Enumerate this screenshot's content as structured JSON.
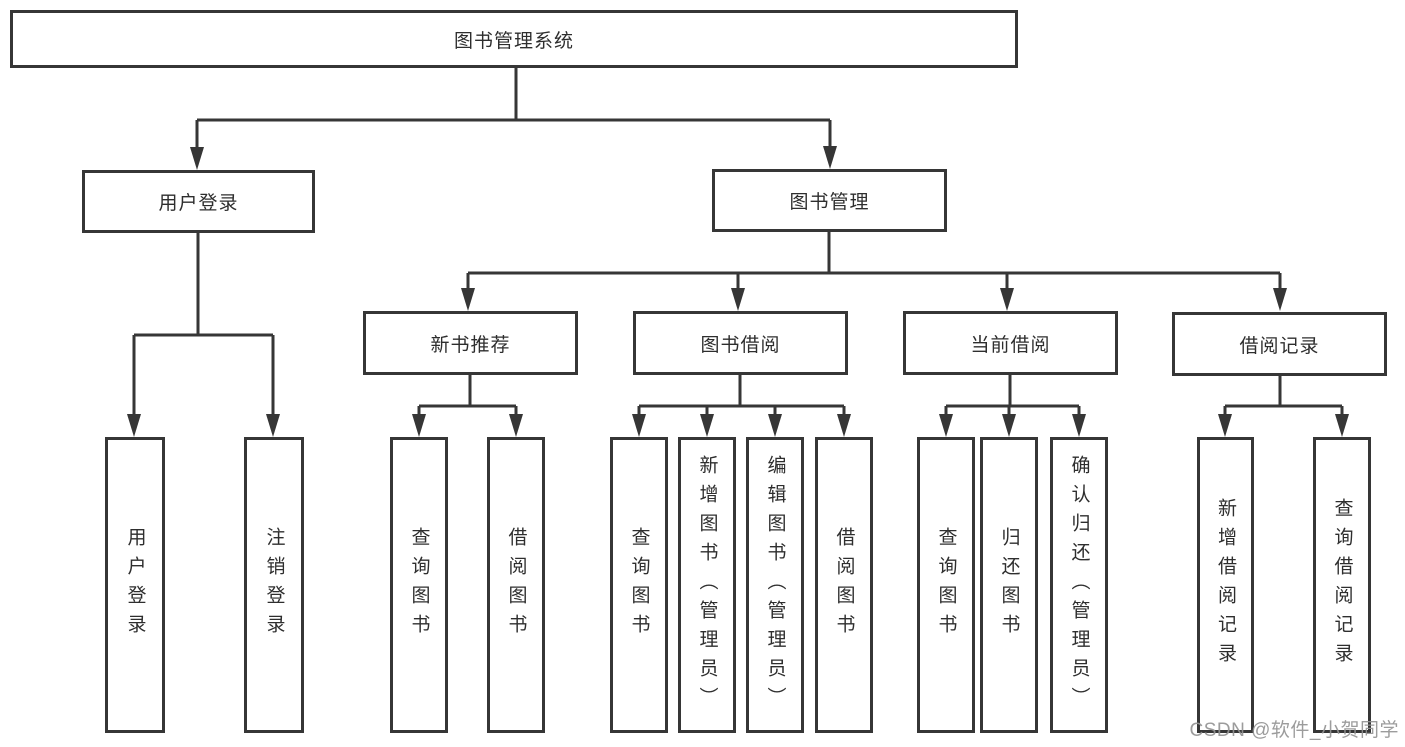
{
  "diagram": {
    "root": {
      "label": "图书管理系统"
    },
    "branches": [
      {
        "label": "用户登录",
        "children": [
          {
            "label": "用户登录"
          },
          {
            "label": "注销登录"
          }
        ]
      },
      {
        "label": "图书管理",
        "children": [
          {
            "label": "新书推荐",
            "children": [
              {
                "label": "查询图书"
              },
              {
                "label": "借阅图书"
              }
            ]
          },
          {
            "label": "图书借阅",
            "children": [
              {
                "label": "查询图书"
              },
              {
                "label": "新增图书（管理员）"
              },
              {
                "label": "编辑图书（管理员）"
              },
              {
                "label": "借阅图书"
              }
            ]
          },
          {
            "label": "当前借阅",
            "children": [
              {
                "label": "查询图书"
              },
              {
                "label": "归还图书"
              },
              {
                "label": "确认归还（管理员）"
              }
            ]
          },
          {
            "label": "借阅记录",
            "children": [
              {
                "label": "新增借阅记录"
              },
              {
                "label": "查询借阅记录"
              }
            ]
          }
        ]
      }
    ]
  },
  "watermark": {
    "text": "CSDN @软件_小贺同学"
  },
  "colors": {
    "line": "#363636",
    "box_background": "#ffffff",
    "text": "#2e2e2e",
    "watermark": "#949494"
  }
}
